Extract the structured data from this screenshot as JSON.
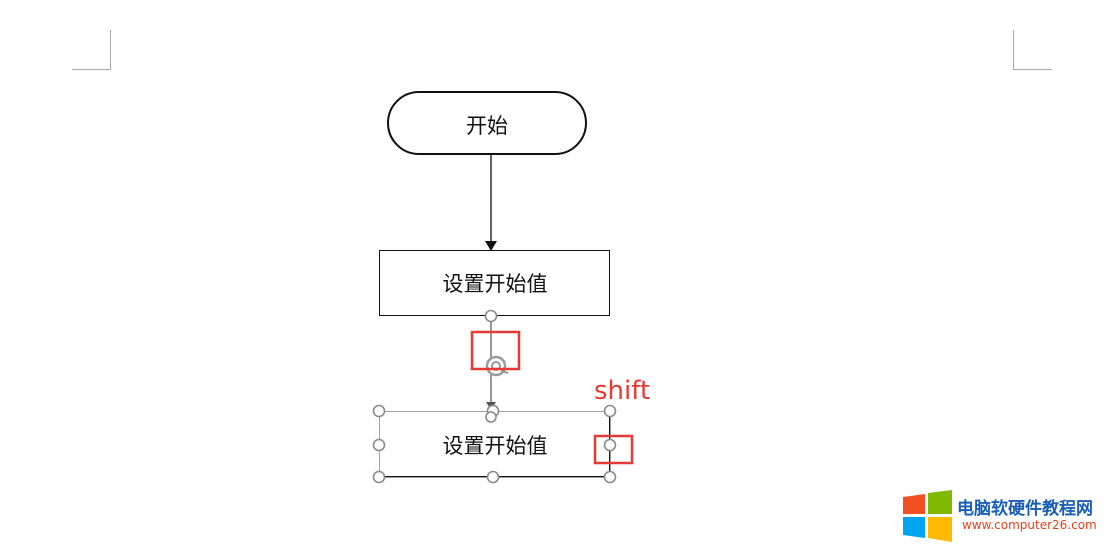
{
  "flowchart": {
    "start_node": {
      "label": "开始"
    },
    "process_node_1": {
      "label": "设置开始值"
    },
    "process_node_2": {
      "label": "设置开始值"
    }
  },
  "annotations": {
    "hint_text": "shift",
    "highlight_color": "#e53935"
  },
  "watermark": {
    "title": "电脑软硬件教程网",
    "url": "www.computer26.com",
    "logo": "windows-logo"
  }
}
